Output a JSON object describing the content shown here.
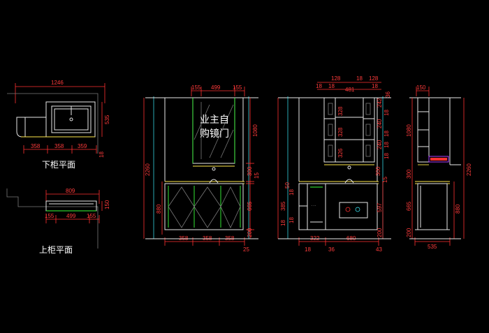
{
  "labels": {
    "lower_plan": "下柜平面",
    "upper_plan": "上柜平面",
    "mirror_1": "业主自",
    "mirror_2": "购镜门"
  },
  "plan_lower": {
    "top": "1246",
    "right": "535",
    "bottom": [
      "358",
      "358",
      "359"
    ],
    "corner": "18"
  },
  "plan_upper": {
    "top": "809",
    "right": "150",
    "bottom": [
      "155",
      "499",
      "155"
    ]
  },
  "elev1": {
    "top": [
      "155",
      "499",
      "155"
    ],
    "left": "2260",
    "right": [
      "1080",
      "300",
      "15",
      "665",
      "200"
    ],
    "right_inner": "880",
    "bottom": [
      "358",
      "358",
      "358"
    ],
    "bottom_extra": "25"
  },
  "elev2": {
    "top1": [
      "18",
      "128",
      "18",
      "128"
    ],
    "top2": [
      "18",
      "481",
      "18"
    ],
    "right_col1": [
      "328",
      "328",
      "326",
      "240",
      "240"
    ],
    "right_col2": [
      "18",
      "242",
      "18",
      "18",
      "18"
    ],
    "top_right": "36",
    "left_side": [
      "50",
      "18",
      "385",
      "18",
      "18"
    ],
    "right_lower": [
      "15",
      "300",
      "597",
      "200"
    ],
    "bottom": [
      "322",
      "680"
    ],
    "bottom_small": [
      "18",
      "36",
      "43"
    ]
  },
  "elev3": {
    "top": "150",
    "left": [
      "1080",
      "300",
      "665",
      "200"
    ],
    "right": [
      "2260",
      "880"
    ],
    "bottom": "535"
  },
  "colors": {
    "dim": "#ff3b3b",
    "outline": "#e8e8e8",
    "counter": "#ffe84a",
    "door": "#39ff39",
    "ext": "#3cf0ff"
  }
}
